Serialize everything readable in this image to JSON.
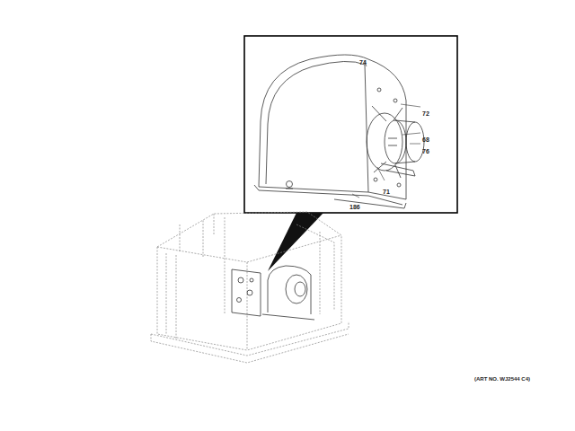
{
  "diagram": {
    "labels": [
      "74",
      "72",
      "68",
      "76",
      "71",
      "186",
      "(ART NO. WJ2544 C4)"
    ]
  }
}
